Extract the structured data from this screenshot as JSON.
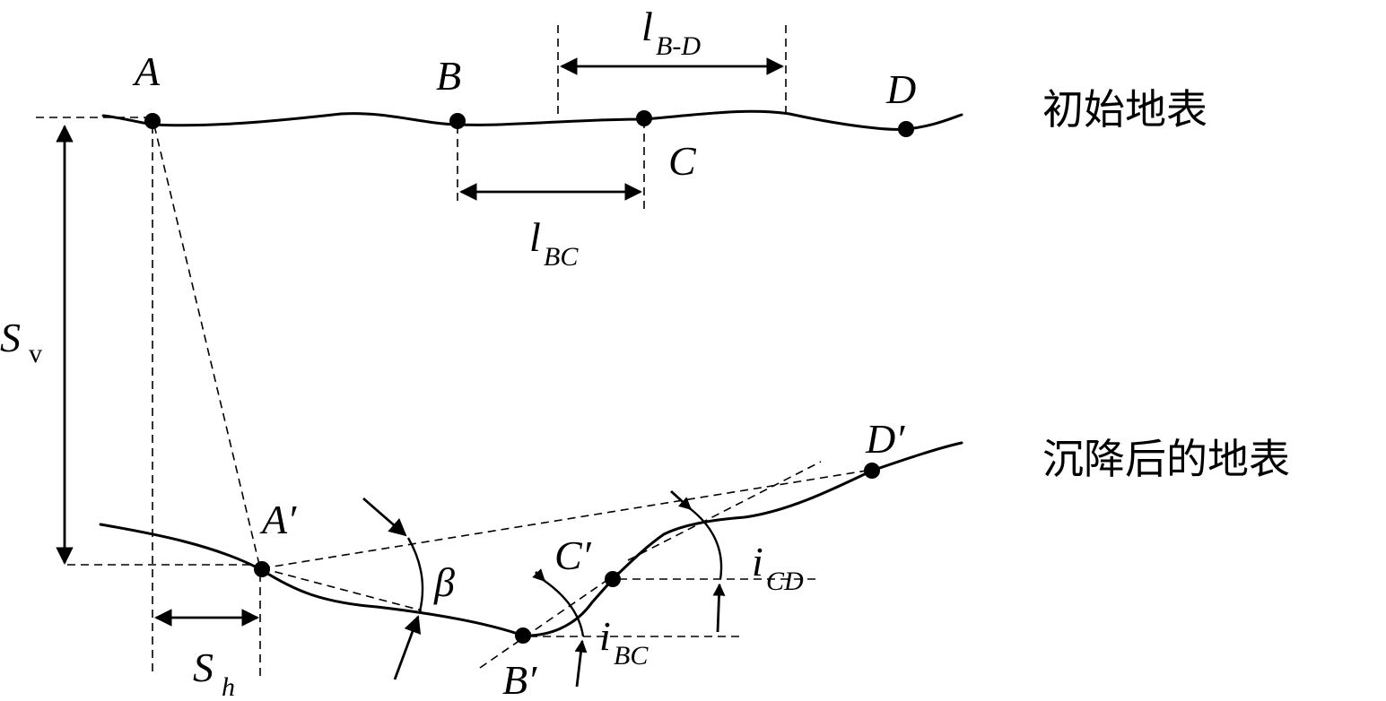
{
  "labels": {
    "initial_surface": "初始地表",
    "subsided_surface": "沉降后的地表",
    "point_a": "A",
    "point_b": "B",
    "point_c": "C",
    "point_d": "D",
    "point_a_prime": "A′",
    "point_b_prime": "B′",
    "point_c_prime": "C′",
    "point_d_prime": "D′",
    "sv_main": "S",
    "sv_sub": "v",
    "sh_main": "S",
    "sh_sub": "h",
    "lbc_main": "l",
    "lbc_sub": "BC",
    "lbd_main": "l",
    "lbd_sub": "B-D",
    "beta": "β",
    "ibc_main": "i",
    "ibc_sub": "BC",
    "icd_main": "i",
    "icd_sub": "CD"
  }
}
